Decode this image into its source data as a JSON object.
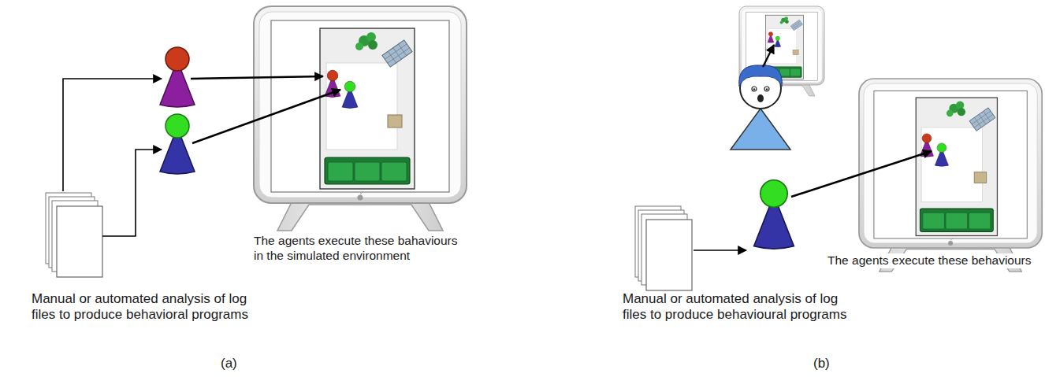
{
  "diagram": {
    "labels": [
      "Manual or automated analysis of log files to produce behavioral programs",
      "The agents execute these bahaviours in the simulated environment",
      "(a)",
      "Manual or automated analysis of log files to produce behavioural programs",
      "The agents execute these behaviours",
      "(b)"
    ]
  }
}
